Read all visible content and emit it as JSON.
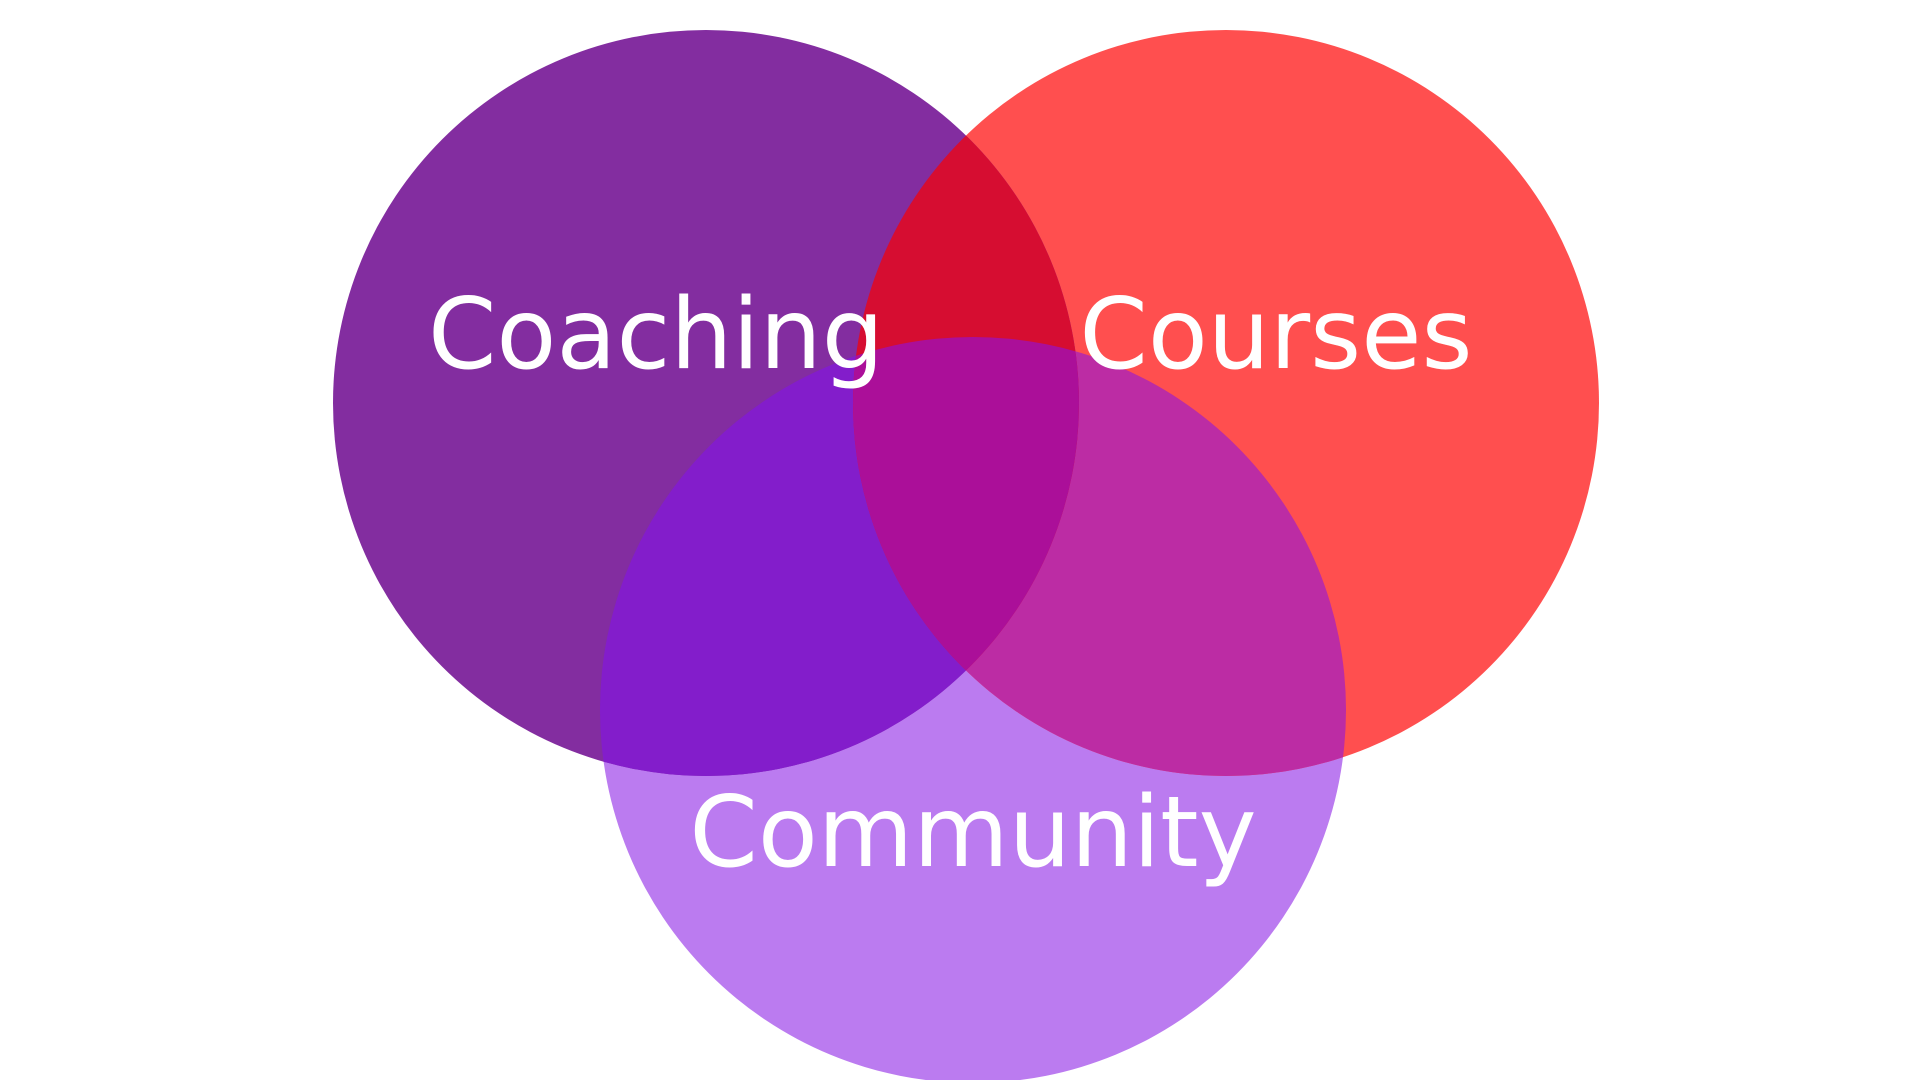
{
  "background_color": "#ffffff",
  "diagram": {
    "type": "venn",
    "sets": [
      {
        "label": "Coaching",
        "color": "#832da0"
      },
      {
        "label": "Courses",
        "color": "#ff4f4f"
      },
      {
        "label": "Community",
        "color": "#bb7bf0"
      }
    ],
    "overlap_colors": {
      "coaching_courses": "#d60d31",
      "coaching_community": "#831dcb",
      "courses_community": "#bc2ca4",
      "all_three": "#ab0f99"
    },
    "label_color": "#ffffff"
  }
}
